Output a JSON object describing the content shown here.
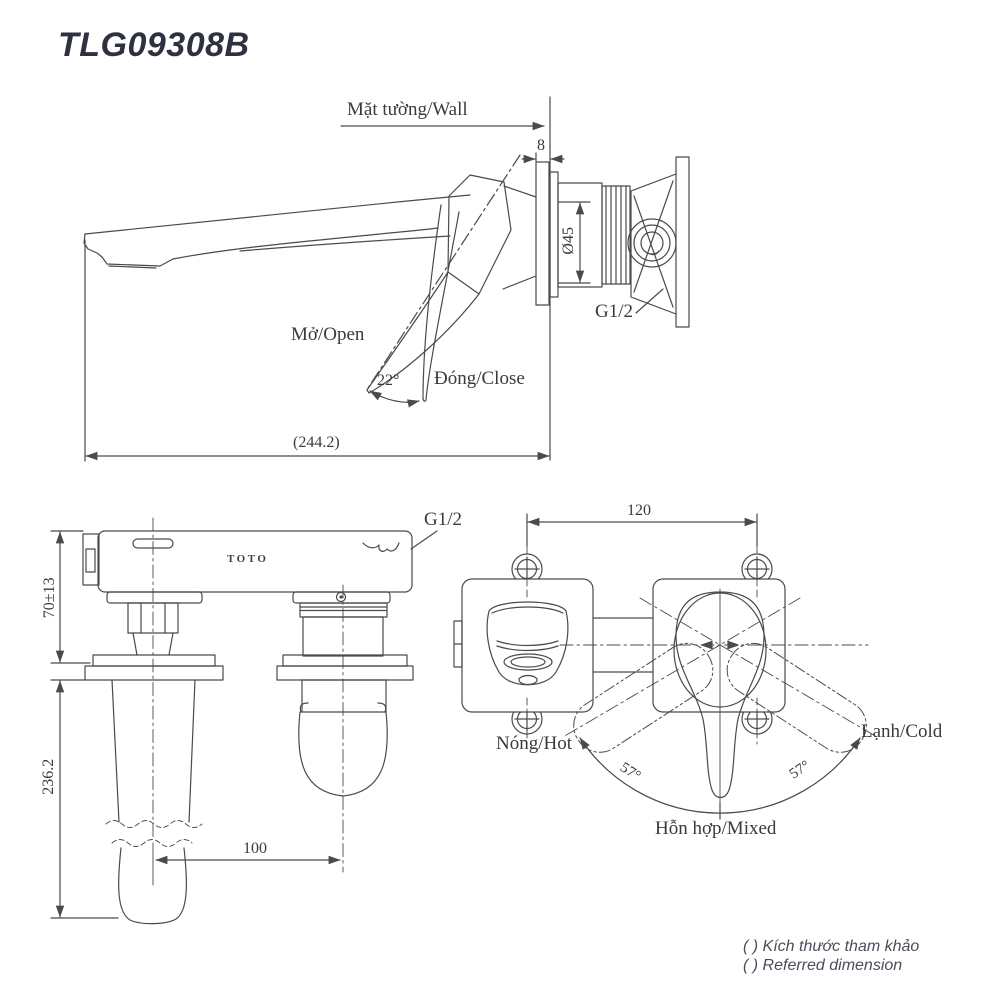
{
  "title": "TLG09308B",
  "colors": {
    "line": "#4a4a4a",
    "label_text": "#3a3a3a",
    "title_text": "#2e313f",
    "footer_text": "#4a4e59",
    "background": "#ffffff"
  },
  "side_view": {
    "wall_label": "Mặt tường/Wall",
    "wall_offset_dim": "8",
    "body_dia_dim": "Ø45",
    "thread_label": "G1/2",
    "open_label": "Mở/Open",
    "close_label": "Đóng/Close",
    "handle_angle_dim": "22°",
    "spout_reach_dim": "(244.2)"
  },
  "plan_view": {
    "thread_label": "G1/2",
    "brand_logo": "TOTO",
    "wall_distance_dim": "70±13",
    "spout_length_dim": "236.2",
    "axis_spacing_dim": "100"
  },
  "front_view": {
    "mounting_pitch_dim": "120",
    "hot_label": "Nóng/Hot",
    "cold_label": "Lạnh/Cold",
    "mixed_label": "Hỗn hợp/Mixed",
    "swing_angle_left_dim": "57°",
    "swing_angle_right_dim": "57°"
  },
  "footer": {
    "note_vi": "( ) Kích thước tham khảo",
    "note_en": "( ) Referred dimension"
  }
}
